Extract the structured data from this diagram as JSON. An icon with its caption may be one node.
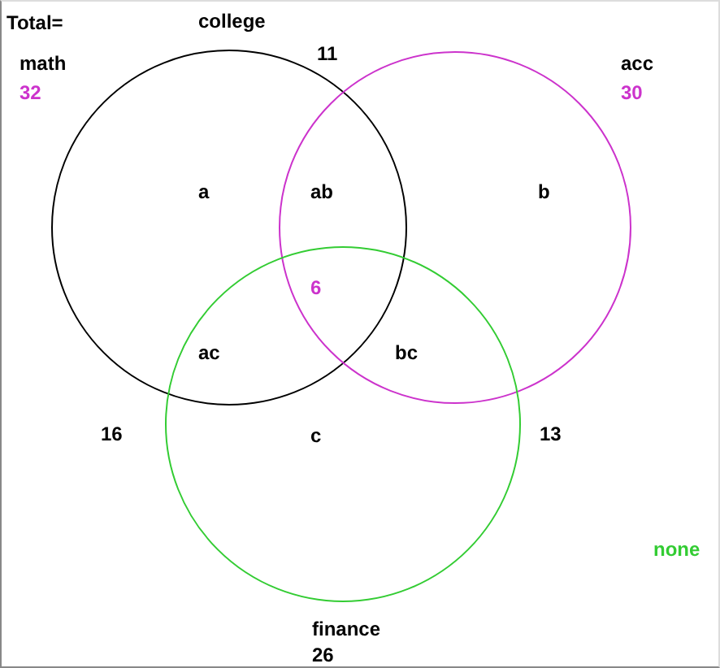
{
  "diagram": {
    "nodes": [
      {
        "text": [
          "math",
          "32"
        ]
      },
      {
        "text": [
          "acc",
          "30"
        ]
      },
      {
        "text": [
          "finance",
          "26"
        ]
      }
    ],
    "edges": [],
    "labels": [
      "Total=",
      "college",
      "11",
      "a",
      "ab",
      "b",
      "6",
      "ac",
      "bc",
      "16",
      "c",
      "13",
      "none"
    ]
  }
}
